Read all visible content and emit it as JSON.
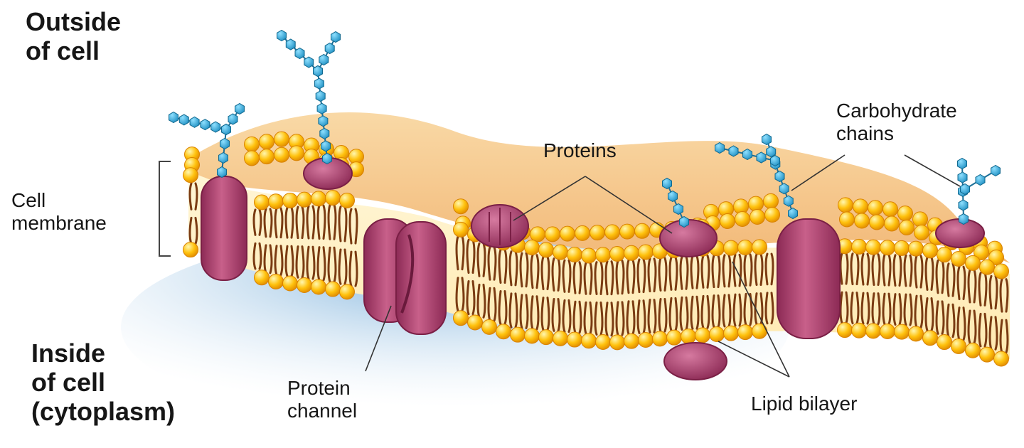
{
  "labels": {
    "outside": "Outside\nof cell",
    "inside": "Inside\nof cell\n(cytoplasm)",
    "cell_membrane": "Cell\nmembrane",
    "proteins": "Proteins",
    "carbohydrate_chains": "Carbohydrate\nchains",
    "protein_channel": "Protein\nchannel",
    "lipid_bilayer": "Lipid bilayer"
  },
  "colors": {
    "head_fill": "#ffc20e",
    "head_outline": "#e08a00",
    "tail": "#7a3b12",
    "membrane_core": "#fff3cf",
    "top_surface": "#f7c98c",
    "protein": "#b84a78",
    "protein_dark": "#8c2a55",
    "carbohydrate": "#29a3d6",
    "cytoplasm_shadow": "#7db3dc",
    "leader_line": "#333333"
  },
  "icons": [
    "phospholipid-head",
    "phospholipid-tail",
    "transmembrane-protein",
    "surface-protein",
    "carbohydrate-chain-icon",
    "membrane-bracket"
  ]
}
